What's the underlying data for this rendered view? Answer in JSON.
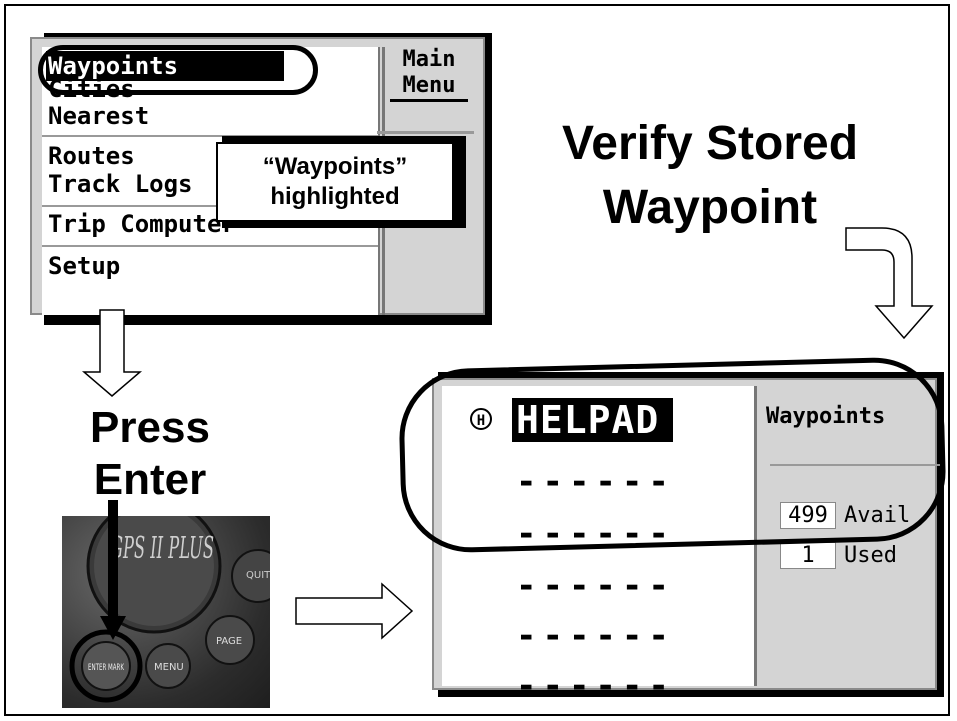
{
  "main_menu": {
    "items": [
      "Waypoints",
      "Cities",
      "Nearest",
      "Routes",
      "Track Logs",
      "Trip Computer",
      "Setup"
    ],
    "side_title_line1": "Main",
    "side_title_line2": "Menu"
  },
  "callout": {
    "line1": "“Waypoints”",
    "line2": "highlighted"
  },
  "headline": {
    "line1": "Verify Stored",
    "line2": "Waypoint"
  },
  "instruction": {
    "line1": "Press",
    "line2": "Enter"
  },
  "device_photo": {
    "logo": "GPS II PLUS",
    "buttons": [
      "ENTER MARK",
      "MENU",
      "PAGE",
      "QUIT"
    ]
  },
  "waypoints_screen": {
    "title": "Waypoints",
    "selected_waypoint": "HELPAD",
    "waypoint_icon": "H",
    "empty_rows": [
      "------",
      "------",
      "------",
      "------",
      "------"
    ],
    "stats": [
      {
        "value": "499",
        "label": "Avail"
      },
      {
        "value": "1",
        "label": "Used"
      }
    ]
  }
}
